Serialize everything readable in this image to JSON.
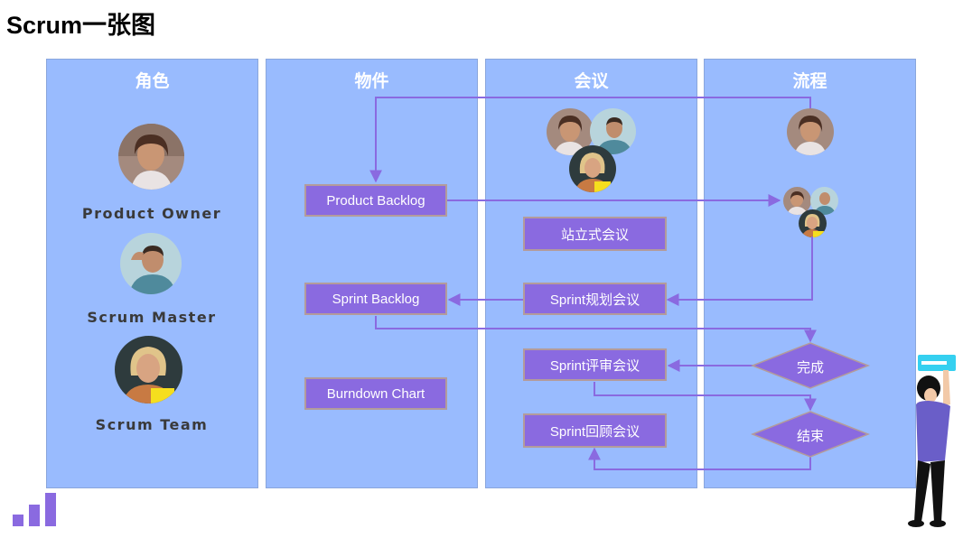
{
  "title": "Scrum一张图",
  "columns": {
    "roles": "角色",
    "artifacts": "物件",
    "meetings": "会议",
    "process": "流程"
  },
  "roles": {
    "product_owner": "Product  Owner",
    "scrum_master": "Scrum  Master",
    "scrum_team": "Scrum  Team"
  },
  "artifacts": {
    "product_backlog": "Product Backlog",
    "sprint_backlog": "Sprint Backlog",
    "burndown_chart": "Burndown Chart"
  },
  "meetings": {
    "standup": "站立式会议",
    "planning": "Sprint规划会议",
    "review": "Sprint评审会议",
    "retro": "Sprint回顾会议"
  },
  "process": {
    "done": "完成",
    "end": "结束"
  },
  "colors": {
    "column_bg": "#99bbfe",
    "box_fill": "#8a6ae0",
    "arrow": "#8a6ae0",
    "header_text": "#ffffff"
  }
}
